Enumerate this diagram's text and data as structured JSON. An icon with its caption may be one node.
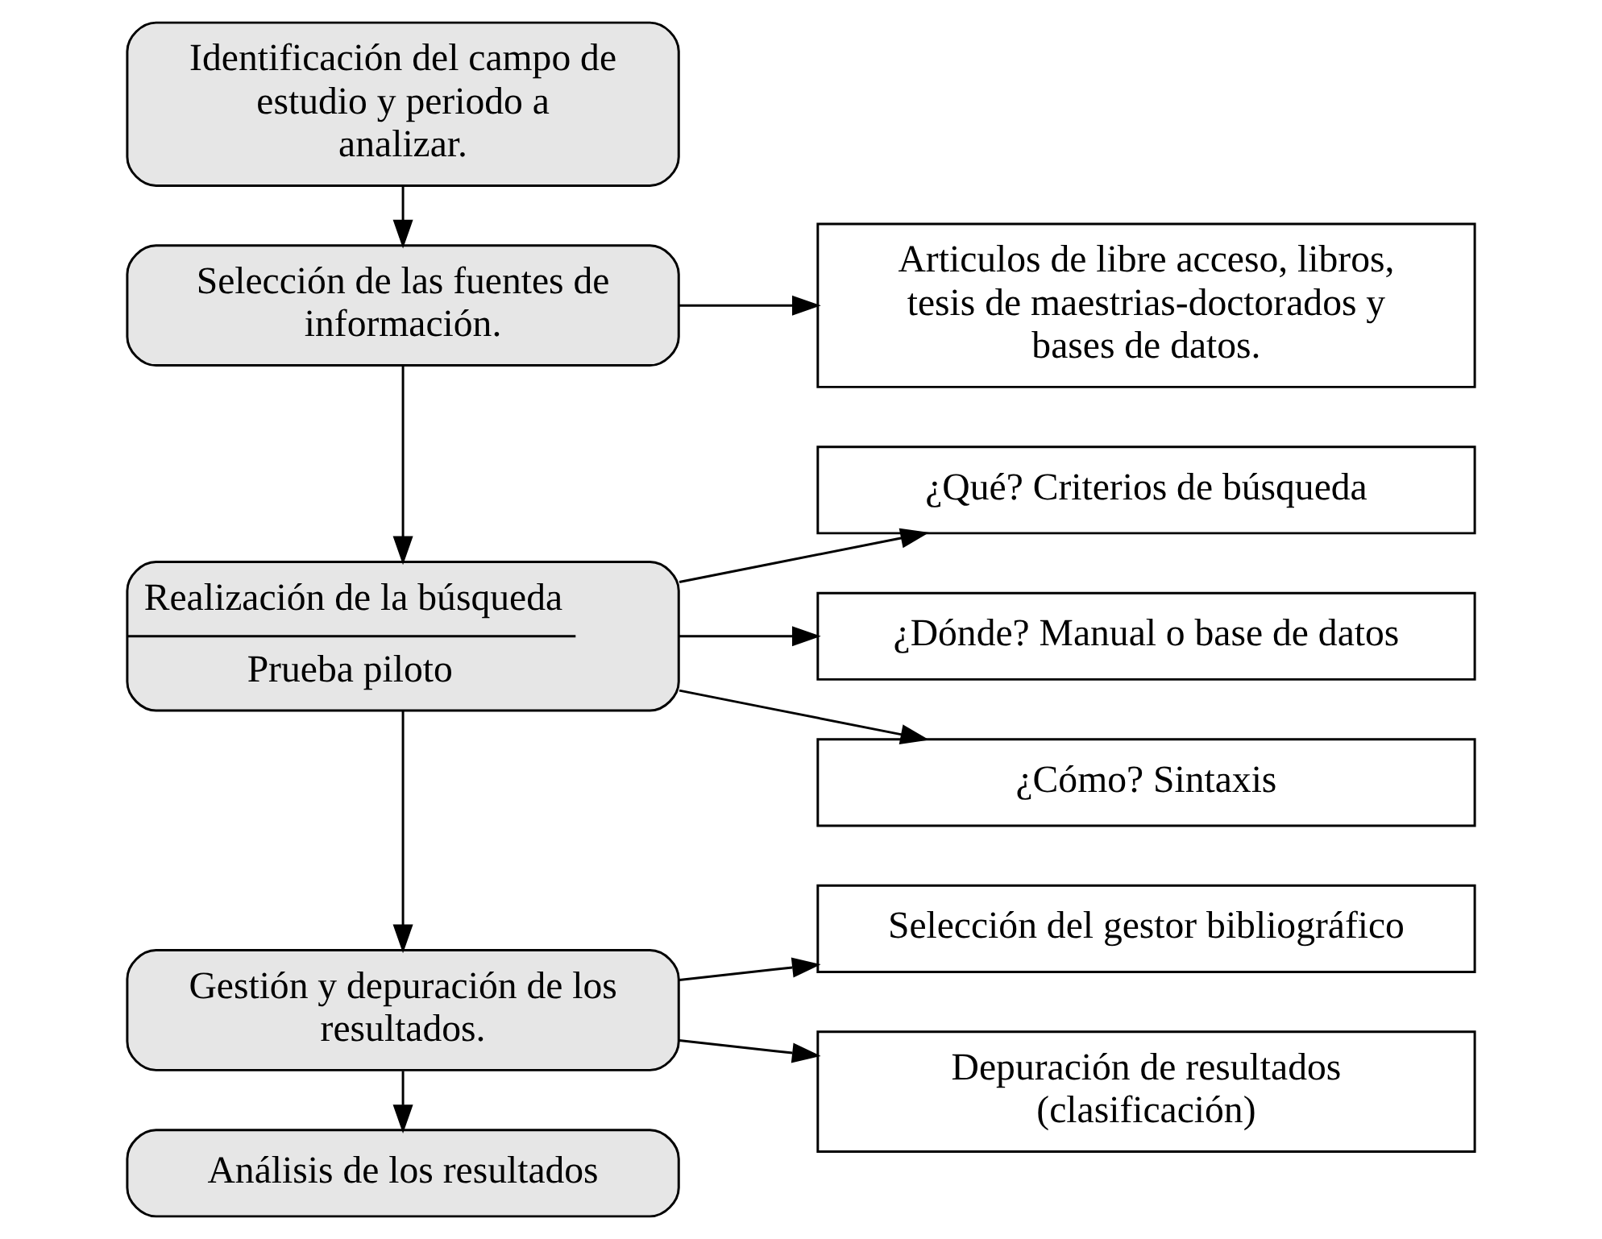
{
  "diagram": {
    "nodes": [
      {
        "text": [
          "Identificación del campo de estudio y periodo a analizar."
        ]
      },
      {
        "text": [
          "Selección de las fuentes de información."
        ]
      },
      {
        "text": [
          "Articulos de libre acceso, libros, tesis de maestrias-doctorados y bases de datos."
        ]
      },
      {
        "text": [
          "Realización de la búsqueda",
          "Prueba piloto"
        ]
      },
      {
        "text": [
          "¿Qué? Criterios de búsqueda"
        ]
      },
      {
        "text": [
          "¿Dónde? Manual o base de datos"
        ]
      },
      {
        "text": [
          "¿Cómo? Sintaxis"
        ]
      },
      {
        "text": [
          "Gestión y depuración de los resultados."
        ]
      },
      {
        "text": [
          "Selección del gestor bibliográfico"
        ]
      },
      {
        "text": [
          "Depuración de resultados (clasificación)"
        ]
      },
      {
        "text": [
          "Análisis de los resultados"
        ]
      }
    ],
    "edges": [
      {
        "from": 0,
        "to": 1,
        "arrow": "to"
      },
      {
        "from": 1,
        "to": 2,
        "arrow": "to"
      },
      {
        "from": 1,
        "to": 3,
        "arrow": "to"
      },
      {
        "from": 3,
        "to": 4,
        "arrow": "to"
      },
      {
        "from": 3,
        "to": 5,
        "arrow": "to"
      },
      {
        "from": 3,
        "to": 6,
        "arrow": "to"
      },
      {
        "from": 3,
        "to": 7,
        "arrow": "to"
      },
      {
        "from": 7,
        "to": 8,
        "arrow": "to"
      },
      {
        "from": 7,
        "to": 9,
        "arrow": "to"
      },
      {
        "from": 7,
        "to": 10,
        "arrow": "to"
      }
    ]
  }
}
